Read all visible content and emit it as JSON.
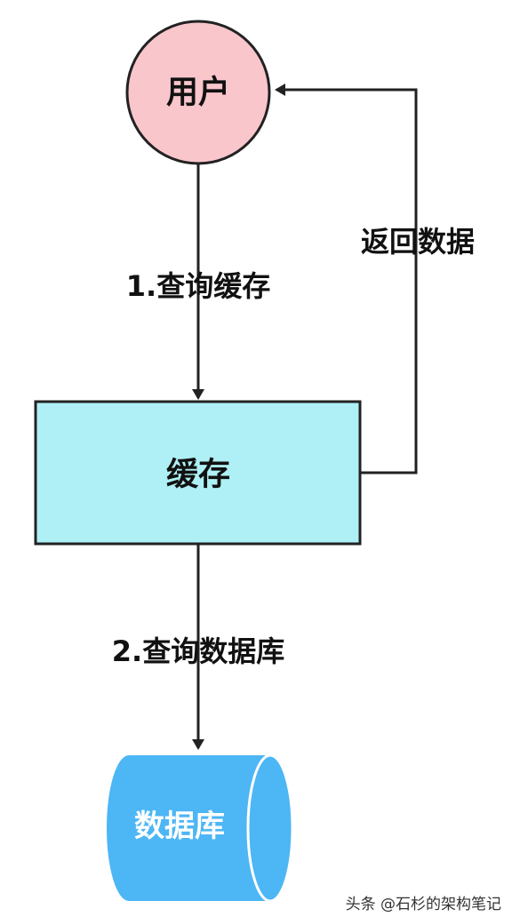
{
  "nodes": {
    "user": {
      "label": "用户",
      "fill": "#F9C6CC"
    },
    "cache": {
      "label": "缓存",
      "fill": "#AEF0F5"
    },
    "database": {
      "label": "数据库",
      "fill": "#4DB6F5"
    }
  },
  "edges": {
    "query_cache": {
      "label": "1.查询缓存"
    },
    "query_db": {
      "label": "2.查询数据库"
    },
    "return_data": {
      "label": "返回数据"
    }
  },
  "watermark": "头条 @石杉的架构笔记"
}
